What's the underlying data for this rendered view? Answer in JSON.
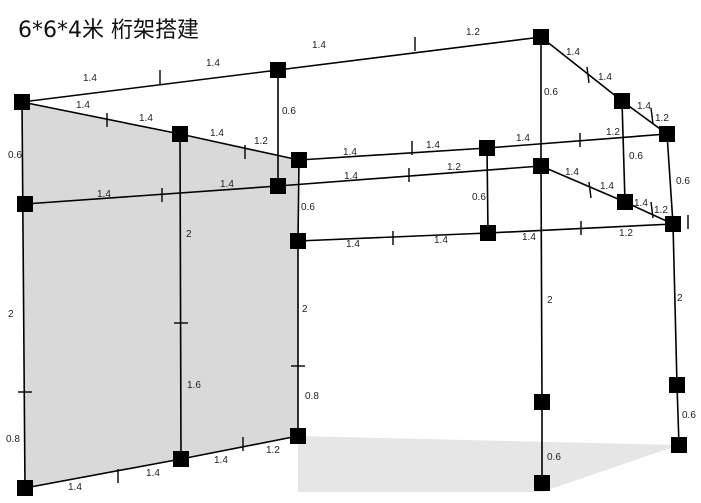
{
  "title": "6*6*4米 桁架搭建",
  "colors": {
    "panel": "#d9d9d9",
    "floor": "#e6e6e6",
    "frame": "#000000"
  },
  "labels": [
    "1.4",
    "1.4",
    "1.4",
    "1.2",
    "1.4",
    "1.4",
    "1.4",
    "1.2",
    "0.6",
    "0.6",
    "0.6",
    "1.4",
    "1.4",
    "1.4",
    "1.2",
    "1.4",
    "1.4",
    "1.4",
    "1.2",
    "1.4",
    "1.4",
    "1.4",
    "1.2",
    "0.6",
    "0.6",
    "0.6",
    "0.6",
    "1.4",
    "1.4",
    "1.4",
    "1.2",
    "1.4",
    "1.4",
    "1.4",
    "1.2",
    "2",
    "2",
    "2",
    "1.6",
    "0.8",
    "2",
    "2",
    "0.8",
    "0.6",
    "0.6",
    "1.4",
    "1.4",
    "1.4",
    "1.2"
  ]
}
